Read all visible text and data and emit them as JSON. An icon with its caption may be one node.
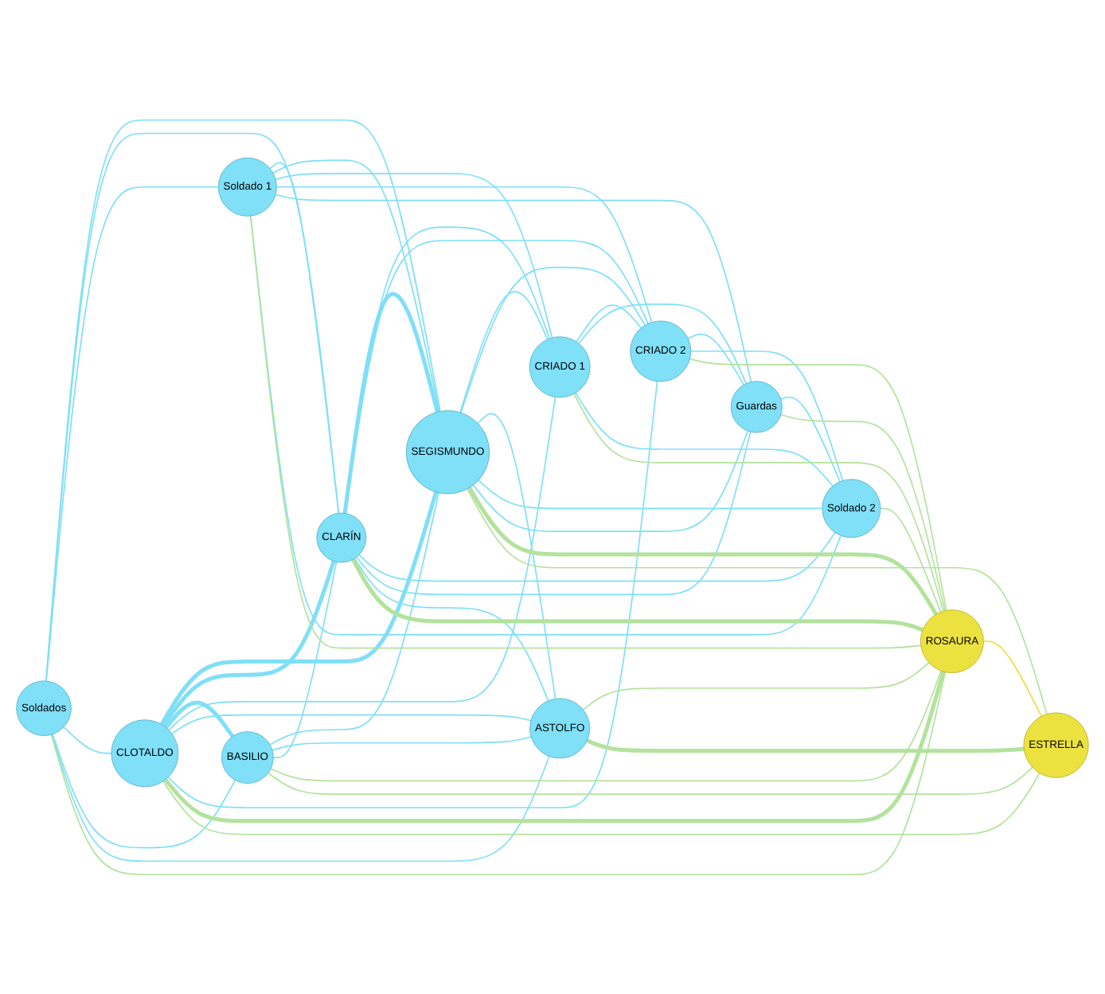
{
  "diagram": {
    "nodes": [
      {
        "text": [
          "Soldados"
        ]
      },
      {
        "text": [
          "CLOTALDO"
        ]
      },
      {
        "text": [
          "BASILIO"
        ]
      },
      {
        "text": [
          "Soldado 1"
        ]
      },
      {
        "text": [
          "ESTRELLA"
        ]
      },
      {
        "text": [
          "CLARÍN"
        ]
      },
      {
        "text": [
          "SEGISMUNDO"
        ]
      },
      {
        "text": [
          "CRIADO 1"
        ]
      },
      {
        "text": [
          "ASTOLFO"
        ]
      },
      {
        "text": [
          "CRIADO 2"
        ]
      },
      {
        "text": [
          "ROSAURA"
        ]
      },
      {
        "text": [
          "Guardas"
        ]
      },
      {
        "text": [
          "Soldado 2"
        ]
      }
    ],
    "edges": [
      {
        "from": 1,
        "to": 6,
        "arrow": "none",
        "style": "thick"
      },
      {
        "from": 5,
        "to": 6,
        "arrow": "none",
        "style": "thick"
      },
      {
        "from": 1,
        "to": 5,
        "arrow": "none",
        "style": "thick"
      },
      {
        "from": 1,
        "to": 2,
        "arrow": "none",
        "style": "thick"
      },
      {
        "from": 0,
        "to": 6,
        "arrow": "none"
      },
      {
        "from": 0,
        "to": 5,
        "arrow": "none"
      },
      {
        "from": 0,
        "to": 3,
        "arrow": "none"
      },
      {
        "from": 0,
        "to": 1,
        "arrow": "none"
      },
      {
        "from": 0,
        "to": 2,
        "arrow": "none"
      },
      {
        "from": 0,
        "to": 8,
        "arrow": "none"
      },
      {
        "from": 2,
        "to": 6,
        "arrow": "none"
      },
      {
        "from": 2,
        "to": 8,
        "arrow": "none"
      },
      {
        "from": 2,
        "to": 5,
        "arrow": "none"
      },
      {
        "from": 3,
        "to": 5,
        "arrow": "none"
      },
      {
        "from": 3,
        "to": 6,
        "arrow": "none"
      },
      {
        "from": 3,
        "to": 7,
        "arrow": "none"
      },
      {
        "from": 3,
        "to": 9,
        "arrow": "none"
      },
      {
        "from": 3,
        "to": 11,
        "arrow": "none"
      },
      {
        "from": 3,
        "to": 12,
        "arrow": "none"
      },
      {
        "from": 5,
        "to": 7,
        "arrow": "none"
      },
      {
        "from": 5,
        "to": 9,
        "arrow": "none"
      },
      {
        "from": 5,
        "to": 12,
        "arrow": "none"
      },
      {
        "from": 5,
        "to": 11,
        "arrow": "none"
      },
      {
        "from": 5,
        "to": 8,
        "arrow": "none"
      },
      {
        "from": 6,
        "to": 7,
        "arrow": "none"
      },
      {
        "from": 6,
        "to": 9,
        "arrow": "none"
      },
      {
        "from": 6,
        "to": 8,
        "arrow": "none"
      },
      {
        "from": 6,
        "to": 12,
        "arrow": "none"
      },
      {
        "from": 6,
        "to": 11,
        "arrow": "none"
      },
      {
        "from": 1,
        "to": 7,
        "arrow": "none"
      },
      {
        "from": 1,
        "to": 8,
        "arrow": "none"
      },
      {
        "from": 1,
        "to": 9,
        "arrow": "none"
      },
      {
        "from": 7,
        "to": 9,
        "arrow": "none"
      },
      {
        "from": 7,
        "to": 11,
        "arrow": "none"
      },
      {
        "from": 7,
        "to": 12,
        "arrow": "none"
      },
      {
        "from": 9,
        "to": 11,
        "arrow": "none"
      },
      {
        "from": 9,
        "to": 12,
        "arrow": "none"
      },
      {
        "from": 11,
        "to": 12,
        "arrow": "none"
      },
      {
        "from": 6,
        "to": 10,
        "arrow": "none",
        "style": "thick",
        "color": "#b3e29c"
      },
      {
        "from": 5,
        "to": 10,
        "arrow": "none",
        "style": "thick",
        "color": "#b3e29c"
      },
      {
        "from": 1,
        "to": 10,
        "arrow": "none",
        "style": "thick",
        "color": "#b3e29c"
      },
      {
        "from": 8,
        "to": 10,
        "arrow": "none",
        "color": "#b3e29c"
      },
      {
        "from": 2,
        "to": 10,
        "arrow": "none",
        "color": "#b3e29c"
      },
      {
        "from": 0,
        "to": 10,
        "arrow": "none",
        "color": "#b3e29c"
      },
      {
        "from": 3,
        "to": 10,
        "arrow": "none",
        "color": "#b3e29c"
      },
      {
        "from": 7,
        "to": 10,
        "arrow": "none",
        "color": "#b3e29c"
      },
      {
        "from": 9,
        "to": 10,
        "arrow": "none",
        "color": "#b3e29c"
      },
      {
        "from": 11,
        "to": 10,
        "arrow": "none",
        "color": "#b3e29c"
      },
      {
        "from": 12,
        "to": 10,
        "arrow": "none",
        "color": "#b3e29c"
      },
      {
        "from": 8,
        "to": 4,
        "arrow": "none",
        "style": "thick",
        "color": "#b3e29c"
      },
      {
        "from": 6,
        "to": 4,
        "arrow": "none",
        "color": "#b3e29c"
      },
      {
        "from": 2,
        "to": 4,
        "arrow": "none",
        "color": "#b3e29c"
      },
      {
        "from": 1,
        "to": 4,
        "arrow": "none",
        "color": "#b3e29c"
      },
      {
        "from": 10,
        "to": 4,
        "arrow": "none",
        "color": "#f0dc40"
      }
    ]
  }
}
